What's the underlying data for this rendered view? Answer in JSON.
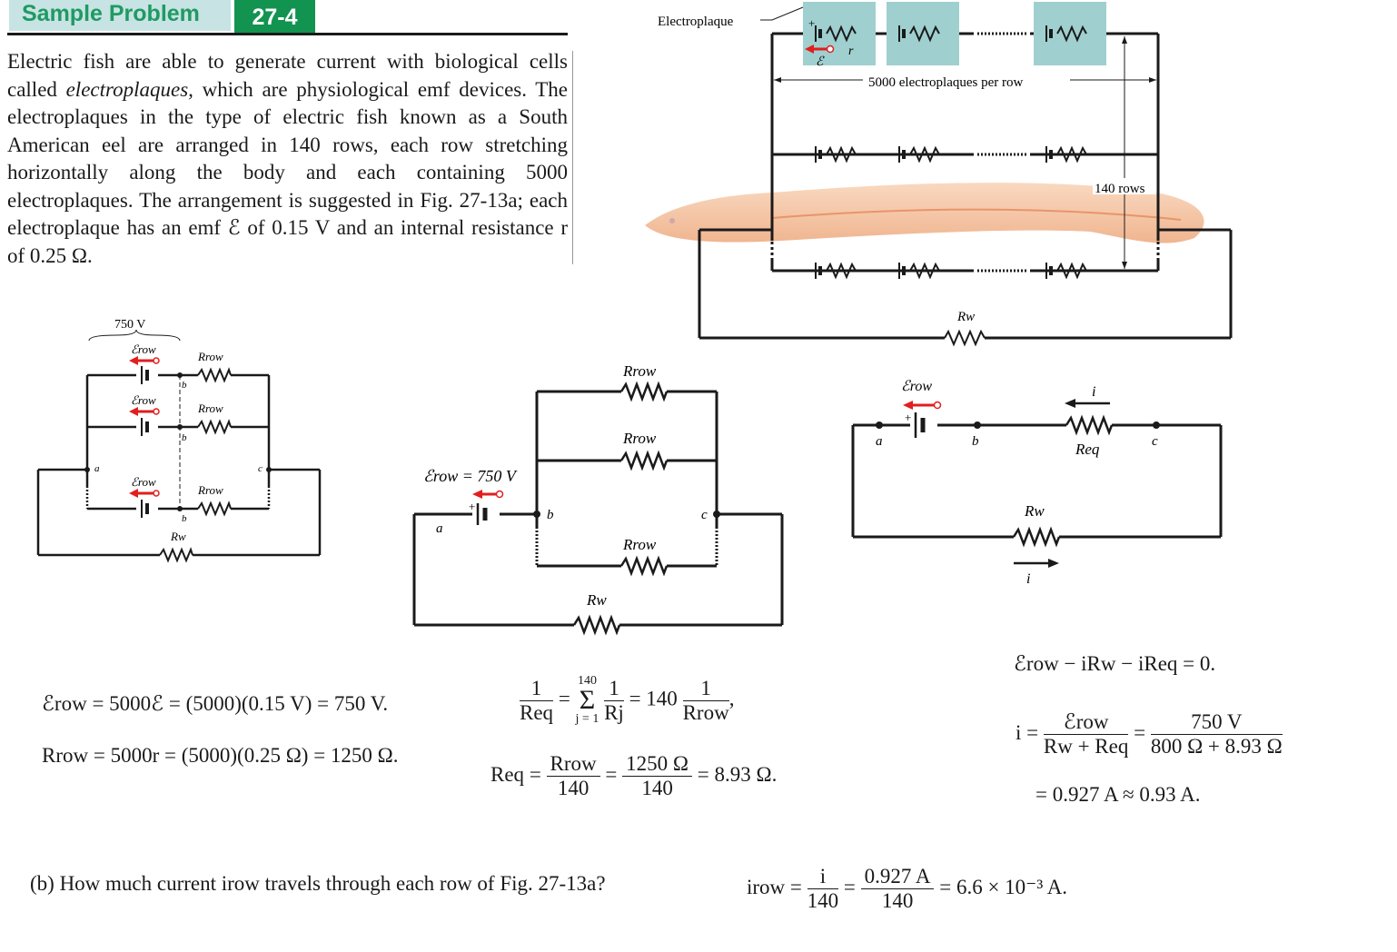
{
  "header": {
    "label": "Sample Problem",
    "number": "27-4"
  },
  "intro": {
    "part1": "Electric fish are able to generate current with biological cells called ",
    "term": "electroplaques,",
    "part2": " which are physiological emf devices. The electroplaques in the type of electric fish known as a South American eel are arranged in 140 rows, each row stretching horizontally along the body and each containing 5000 electroplaques. The arrangement is suggested in Fig. 27-13a; each electroplaque has an emf ℰ of 0.15 V and an internal resistance r of 0.25 Ω."
  },
  "fig_a": {
    "electroplaque_label": "Electroplaque",
    "per_row_label": "5000 electroplaques per row",
    "rows_label": "140 rows",
    "plus": "+",
    "emf_symbol": "ℰ",
    "r_symbol": "r",
    "rw_label": "Rw"
  },
  "fig_b": {
    "voltage_label": "750 V",
    "emf_row": "ℰrow",
    "r_row": "Rrow",
    "rw": "Rw",
    "node_a": "a",
    "node_b": "b",
    "node_c": "c"
  },
  "fig_c": {
    "emf_label": "ℰrow = 750 V",
    "r_row": "Rrow",
    "rw": "Rw",
    "node_a": "a",
    "node_b": "b",
    "node_c": "c"
  },
  "fig_d": {
    "emf_row": "ℰrow",
    "req": "Req",
    "rw": "Rw",
    "current": "i",
    "node_a": "a",
    "node_b": "b",
    "node_c": "c"
  },
  "equations": {
    "emf_row": "ℰrow = 5000ℰ = (5000)(0.15 V) = 750 V.",
    "r_row": "Rrow = 5000r = (5000)(0.25 Ω) = 1250 Ω.",
    "req_sum_lhs_num": "1",
    "req_sum_lhs_den": "Req",
    "req_sum_upper": "140",
    "req_sum_lower": "j = 1",
    "req_sum_term_num": "1",
    "req_sum_term_den": "Rj",
    "req_sum_rhs": "= 140",
    "req_sum_rhs_num": "1",
    "req_sum_rhs_den": "Rrow",
    "req_def_lhs": "Req",
    "req_def_num1": "Rrow",
    "req_def_den1": "140",
    "req_def_num2": "1250 Ω",
    "req_def_den2": "140",
    "req_def_result": "= 8.93 Ω.",
    "loop": "ℰrow − iRw − iReq = 0.",
    "i_lhs": "i =",
    "i_num1": "ℰrow",
    "i_den1": "Rw + Req",
    "i_num2": "750 V",
    "i_den2": "800 Ω + 8.93 Ω",
    "i_result": "= 0.927 A ≈ 0.93 A.",
    "irow_lhs": "irow",
    "irow_num1": "i",
    "irow_den1": "140",
    "irow_num2": "0.927 A",
    "irow_den2": "140",
    "irow_result": "= 6.6 × 10⁻³ A."
  },
  "question": {
    "text": "(b) How much current irow travels through each row of Fig. 27-13a?"
  },
  "colors": {
    "header_green": "#12934f",
    "header_title": "#1f9a63",
    "header_bg": "#c8e3e3",
    "plaque_teal": "#9fcfcf",
    "emf_arrow": "#e21e1e",
    "eel": "#f6c9a8"
  }
}
